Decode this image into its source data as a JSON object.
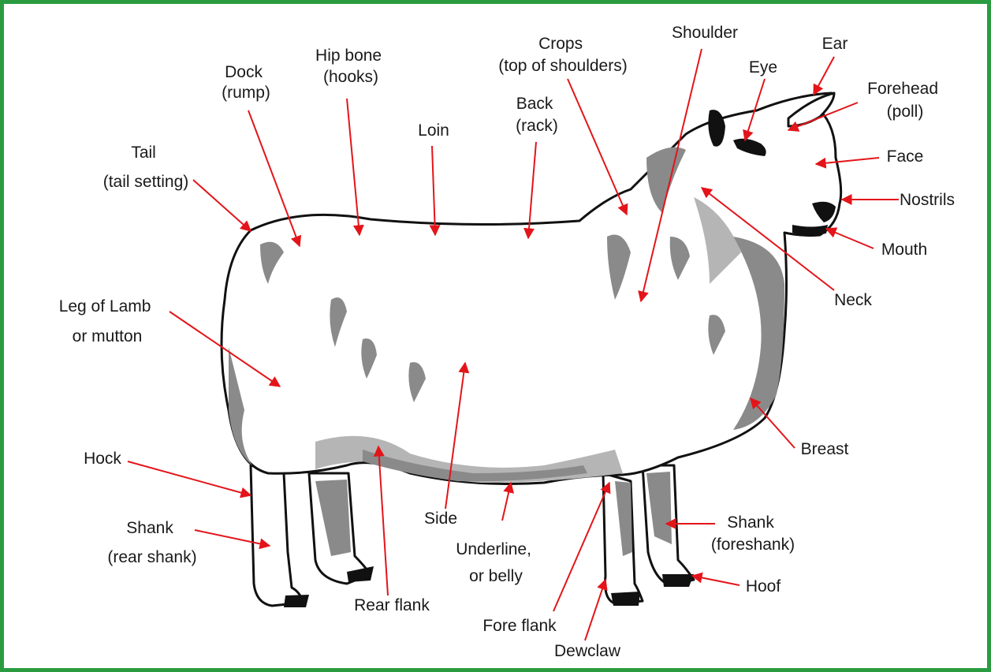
{
  "colors": {
    "border": "#2a9c3f",
    "arrow": "#e3151a",
    "outline": "#111111",
    "shading": "#8a8a8a"
  },
  "labels": {
    "dock": [
      "Dock",
      "(rump)"
    ],
    "hip_bone": [
      "Hip bone",
      "(hooks)"
    ],
    "crops": [
      "Crops",
      "(top of shoulders)"
    ],
    "shoulder": "Shoulder",
    "ear": "Ear",
    "eye": "Eye",
    "forehead": [
      "Forehead",
      "(poll)"
    ],
    "back": [
      "Back",
      "(rack)"
    ],
    "loin": "Loin",
    "tail": [
      "Tail",
      "(tail setting)"
    ],
    "face": "Face",
    "nostrils": "Nostrils",
    "mouth": "Mouth",
    "neck": "Neck",
    "leg": [
      "Leg of Lamb",
      "or mutton"
    ],
    "breast": "Breast",
    "hock": "Hock",
    "shank_rear": [
      "Shank",
      "(rear shank)"
    ],
    "side": "Side",
    "underline": [
      "Underline,",
      "or belly"
    ],
    "shank_fore": [
      "Shank",
      "(foreshank)"
    ],
    "rear_flank": "Rear flank",
    "hoof": "Hoof",
    "fore_flank": "Fore flank",
    "dewclaw": "Dewclaw"
  }
}
